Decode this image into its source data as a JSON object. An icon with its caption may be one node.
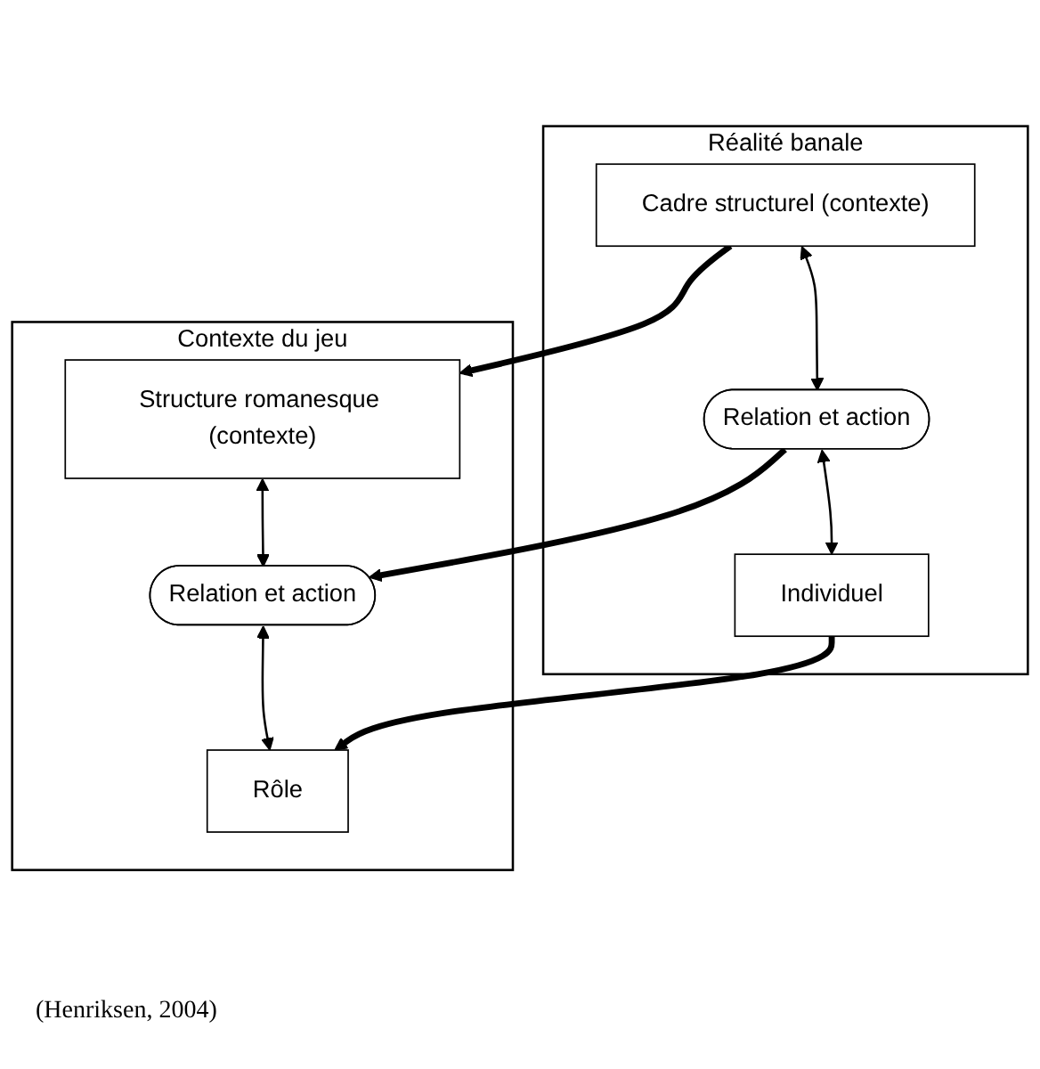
{
  "diagram": {
    "nodes": [
      {
        "text": [
          "Réalité banale"
        ]
      },
      {
        "text": [
          "Cadre structurel (contexte)"
        ],
        "in": 0
      },
      {
        "text": [
          "Relation et action"
        ],
        "in": 0
      },
      {
        "text": [
          "Individuel"
        ],
        "in": 0
      },
      {
        "text": [
          "Contexte du jeu"
        ]
      },
      {
        "text": [
          "Structure romanesque (contexte)"
        ],
        "in": 4
      },
      {
        "text": [
          "Relation et action"
        ],
        "in": 4
      },
      {
        "text": [
          "Rôle"
        ],
        "in": 4
      }
    ],
    "edges": [
      {
        "from": 1,
        "to": 2,
        "arrow": "both"
      },
      {
        "from": 2,
        "to": 3,
        "arrow": "both"
      },
      {
        "from": 5,
        "to": 6,
        "arrow": "both"
      },
      {
        "from": 6,
        "to": 7,
        "arrow": "both"
      },
      {
        "from": 1,
        "to": 5,
        "arrow": "to",
        "style": "thick"
      },
      {
        "from": 2,
        "to": 6,
        "arrow": "to",
        "style": "thick"
      },
      {
        "from": 3,
        "to": 7,
        "arrow": "to",
        "style": "thick"
      }
    ],
    "labels": [
      "(Henriksen, 2004)"
    ]
  }
}
